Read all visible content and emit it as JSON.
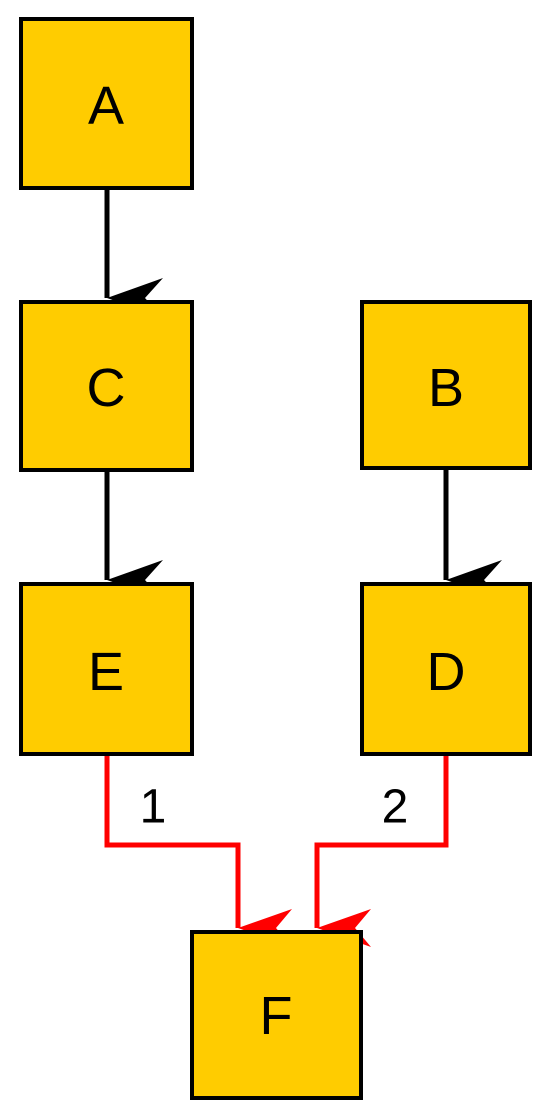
{
  "colors": {
    "node_fill": "#FFCC00",
    "node_border": "#000000",
    "edge_default": "#000000",
    "edge_highlight": "#FF0000"
  },
  "nodes": [
    {
      "id": "A",
      "label": "A"
    },
    {
      "id": "C",
      "label": "C"
    },
    {
      "id": "B",
      "label": "B"
    },
    {
      "id": "E",
      "label": "E"
    },
    {
      "id": "D",
      "label": "D"
    },
    {
      "id": "F",
      "label": "F"
    }
  ],
  "edges": [
    {
      "from": "A",
      "to": "C",
      "label": "",
      "color": "black"
    },
    {
      "from": "C",
      "to": "E",
      "label": "",
      "color": "black"
    },
    {
      "from": "B",
      "to": "D",
      "label": "",
      "color": "black"
    },
    {
      "from": "E",
      "to": "F",
      "label": "1",
      "color": "red"
    },
    {
      "from": "D",
      "to": "F",
      "label": "2",
      "color": "red"
    }
  ]
}
